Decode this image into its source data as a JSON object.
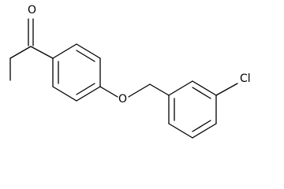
{
  "structure": {
    "atoms": [
      {
        "label": "O"
      },
      {
        "label": "O"
      },
      {
        "label": "Cl"
      }
    ],
    "bond_color": "#000000",
    "background": "#ffffff"
  }
}
